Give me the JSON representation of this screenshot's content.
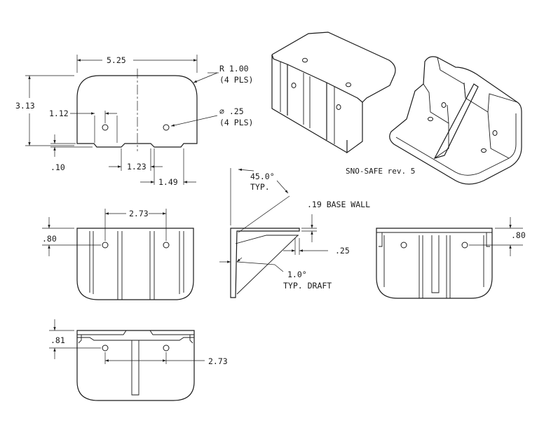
{
  "drawing": {
    "title": "SNO-SAFE rev. 5"
  },
  "front_view": {
    "width": "5.25",
    "height": "3.13",
    "radius": "R 1.00",
    "radius_qty": "(4 PLS)",
    "hole_dia": "∅ .25",
    "hole_qty": "(4 PLS)",
    "hole_x": "1.12",
    "notch_depth": ".10",
    "notch_width": "1.23",
    "notch_offset": "1.49"
  },
  "side_view": {
    "angle": "45.0°",
    "angle_note": "TYP.",
    "base_wall": ".19 BASE WALL",
    "flange": ".25",
    "draft": "1.0°",
    "draft_note": "TYP. DRAFT"
  },
  "left_view": {
    "hole_spacing": "2.73",
    "hole_height": ".80"
  },
  "right_view": {
    "hole_height": ".80"
  },
  "bottom_view": {
    "hole_height": ".81",
    "hole_spacing": "2.73"
  },
  "colors": {
    "line": "#1a1a1a",
    "background": "#ffffff"
  }
}
